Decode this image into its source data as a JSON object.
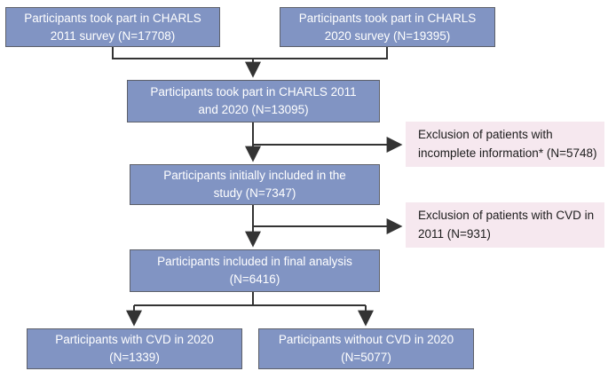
{
  "colors": {
    "box_fill": "#8194c3",
    "box_border": "#5d6069",
    "box_text": "#ffffff",
    "exclusion_fill": "#f6e8ef",
    "exclusion_text": "#1c1c1c",
    "arrow": "#333333",
    "background": "#ffffff"
  },
  "nodes": {
    "charls_2011": {
      "lines": [
        "Participants took part in CHARLS",
        "2011 survey (N=17708)"
      ]
    },
    "charls_2020": {
      "lines": [
        "Participants took part in CHARLS",
        "2020 survey (N=19395)"
      ]
    },
    "both_surveys": {
      "lines": [
        "Participants took part in CHARLS 2011",
        "and 2020  (N=13095)"
      ]
    },
    "initially_included": {
      "lines": [
        "Participants initially included in the",
        "study (N=7347)"
      ]
    },
    "final_analysis": {
      "lines": [
        "Participants included in final analysis",
        "(N=6416)"
      ]
    },
    "with_cvd_2020": {
      "lines": [
        "Participants with CVD in 2020",
        "(N=1339)"
      ]
    },
    "without_cvd_2020": {
      "lines": [
        "Participants without CVD in 2020",
        "(N=5077)"
      ]
    },
    "exclusion_incomplete": {
      "lines": [
        "Exclusion of patients with",
        "incomplete information* (N=5748)"
      ]
    },
    "exclusion_cvd_2011": {
      "lines": [
        "Exclusion of patients with CVD in",
        "2011 (N=931)"
      ]
    }
  }
}
